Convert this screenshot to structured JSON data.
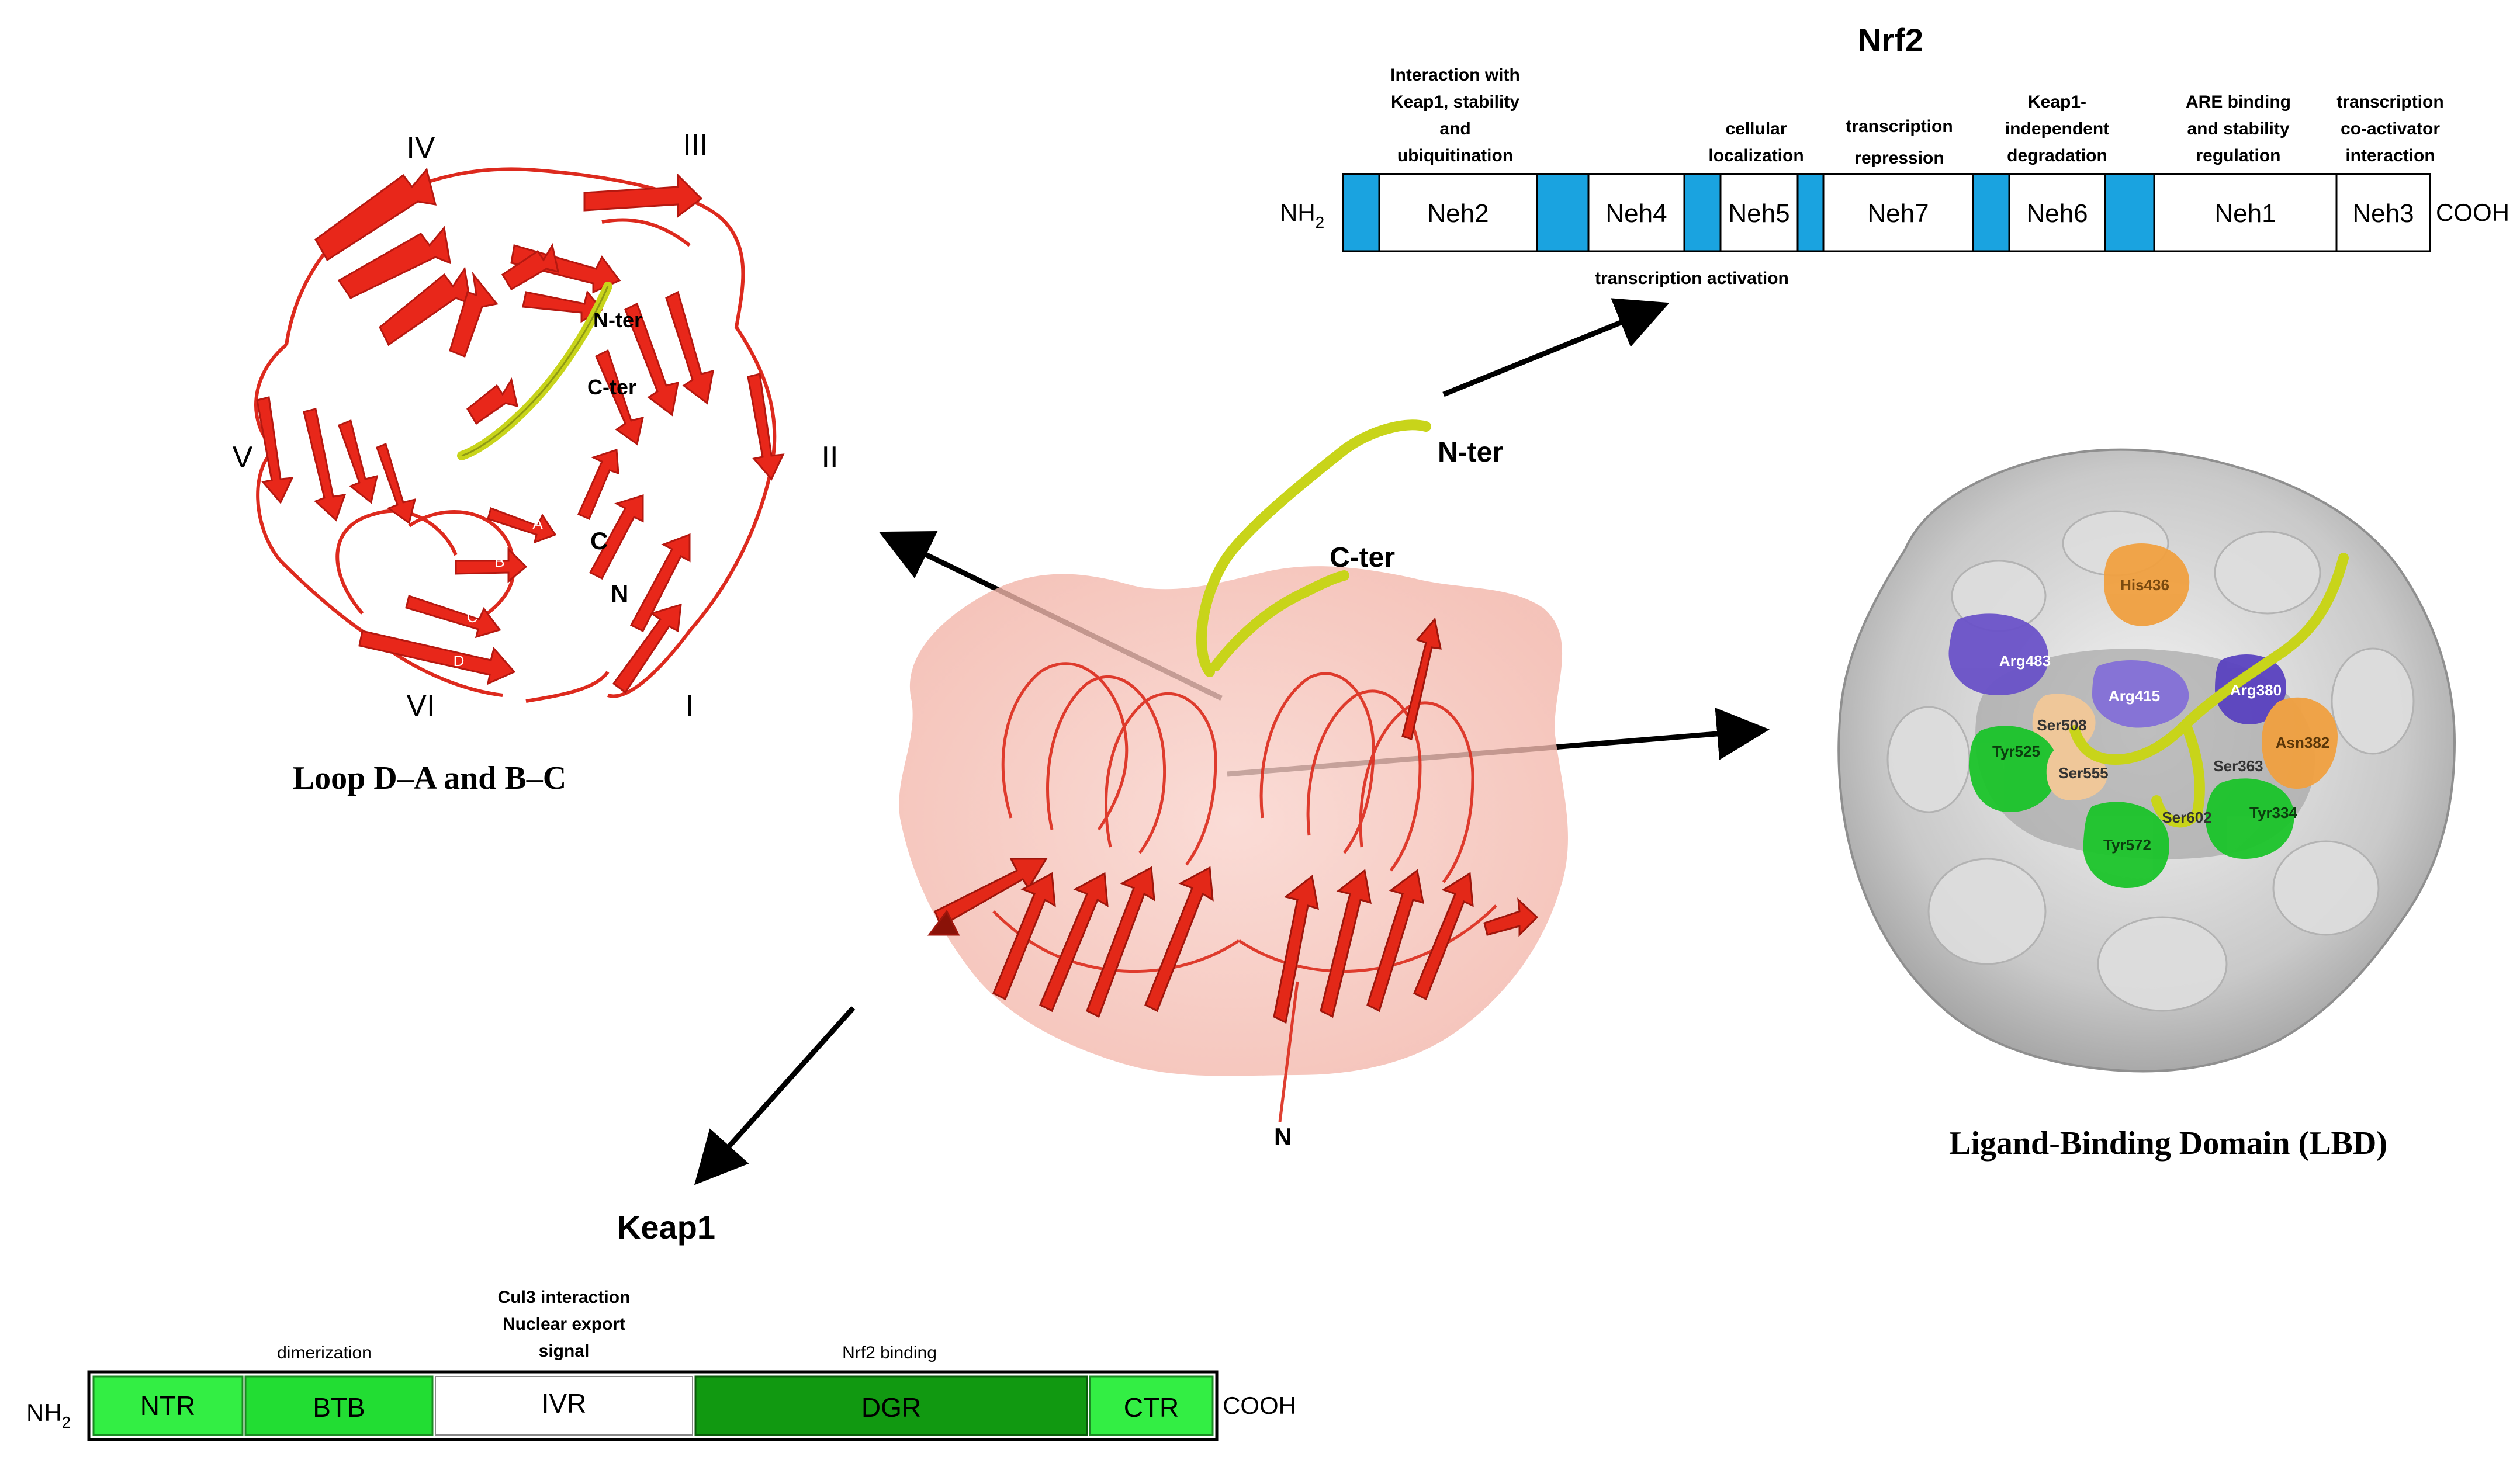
{
  "nrf2": {
    "title": "Nrf2",
    "nh2": "NH2",
    "cooh": "COOH",
    "domains": [
      "Neh2",
      "Neh4",
      "Neh5",
      "Neh7",
      "Neh6",
      "Neh1",
      "Neh3"
    ],
    "annotations": {
      "keap1_interaction": [
        "Interaction with",
        "Keap1, stability",
        "and",
        "ubiquitination"
      ],
      "cellular": [
        "cellular",
        "localization"
      ],
      "repression": [
        "transcription",
        "repression"
      ],
      "keap1_independent": [
        "Keap1-",
        "independent",
        "degradation"
      ],
      "are_binding": [
        "ARE binding",
        "and stability",
        "regulation"
      ],
      "coactivator": [
        "transcription",
        "co-activator",
        "interaction"
      ],
      "activation": "transcription activation"
    },
    "colors": {
      "linker": "#1aa3e0",
      "domain": "#ffffff"
    }
  },
  "keap1": {
    "title": "Keap1",
    "nh2": "NH2",
    "cooh": "COOH",
    "domains": [
      "NTR",
      "BTB",
      "IVR",
      "DGR",
      "CTR"
    ],
    "annotations": {
      "dimerization": "dimerization",
      "cul3": [
        "Cul3 interaction",
        "Nuclear export",
        "signal"
      ],
      "nrf2_binding": "Nrf2 binding"
    },
    "colors": {
      "ntr": "#33ee44",
      "btb": "#22dd33",
      "ivr": "#ffffff",
      "dgr": "#119911",
      "ctr": "#33ee44"
    }
  },
  "propeller": {
    "blades": [
      "I",
      "II",
      "III",
      "IV",
      "V",
      "VI"
    ],
    "labels": {
      "nter": "N-ter",
      "cter": "C-ter",
      "c": "C",
      "n": "N"
    },
    "strands": [
      "A",
      "B",
      "C",
      "D"
    ],
    "caption": "Loop D–A and B–C"
  },
  "center": {
    "nter": "N-ter",
    "cter": "C-ter",
    "n": "N"
  },
  "lbd": {
    "residues": {
      "his436": "His436",
      "arg483": "Arg483",
      "arg415": "Arg415",
      "arg380": "Arg380",
      "ser508": "Ser508",
      "tyr525": "Tyr525",
      "asn382": "Asn382",
      "ser555": "Ser555",
      "ser363": "Ser363",
      "ser602": "Ser602",
      "tyr334": "Tyr334",
      "tyr572": "Tyr572"
    },
    "caption": "Ligand-Binding Domain (LBD)"
  }
}
